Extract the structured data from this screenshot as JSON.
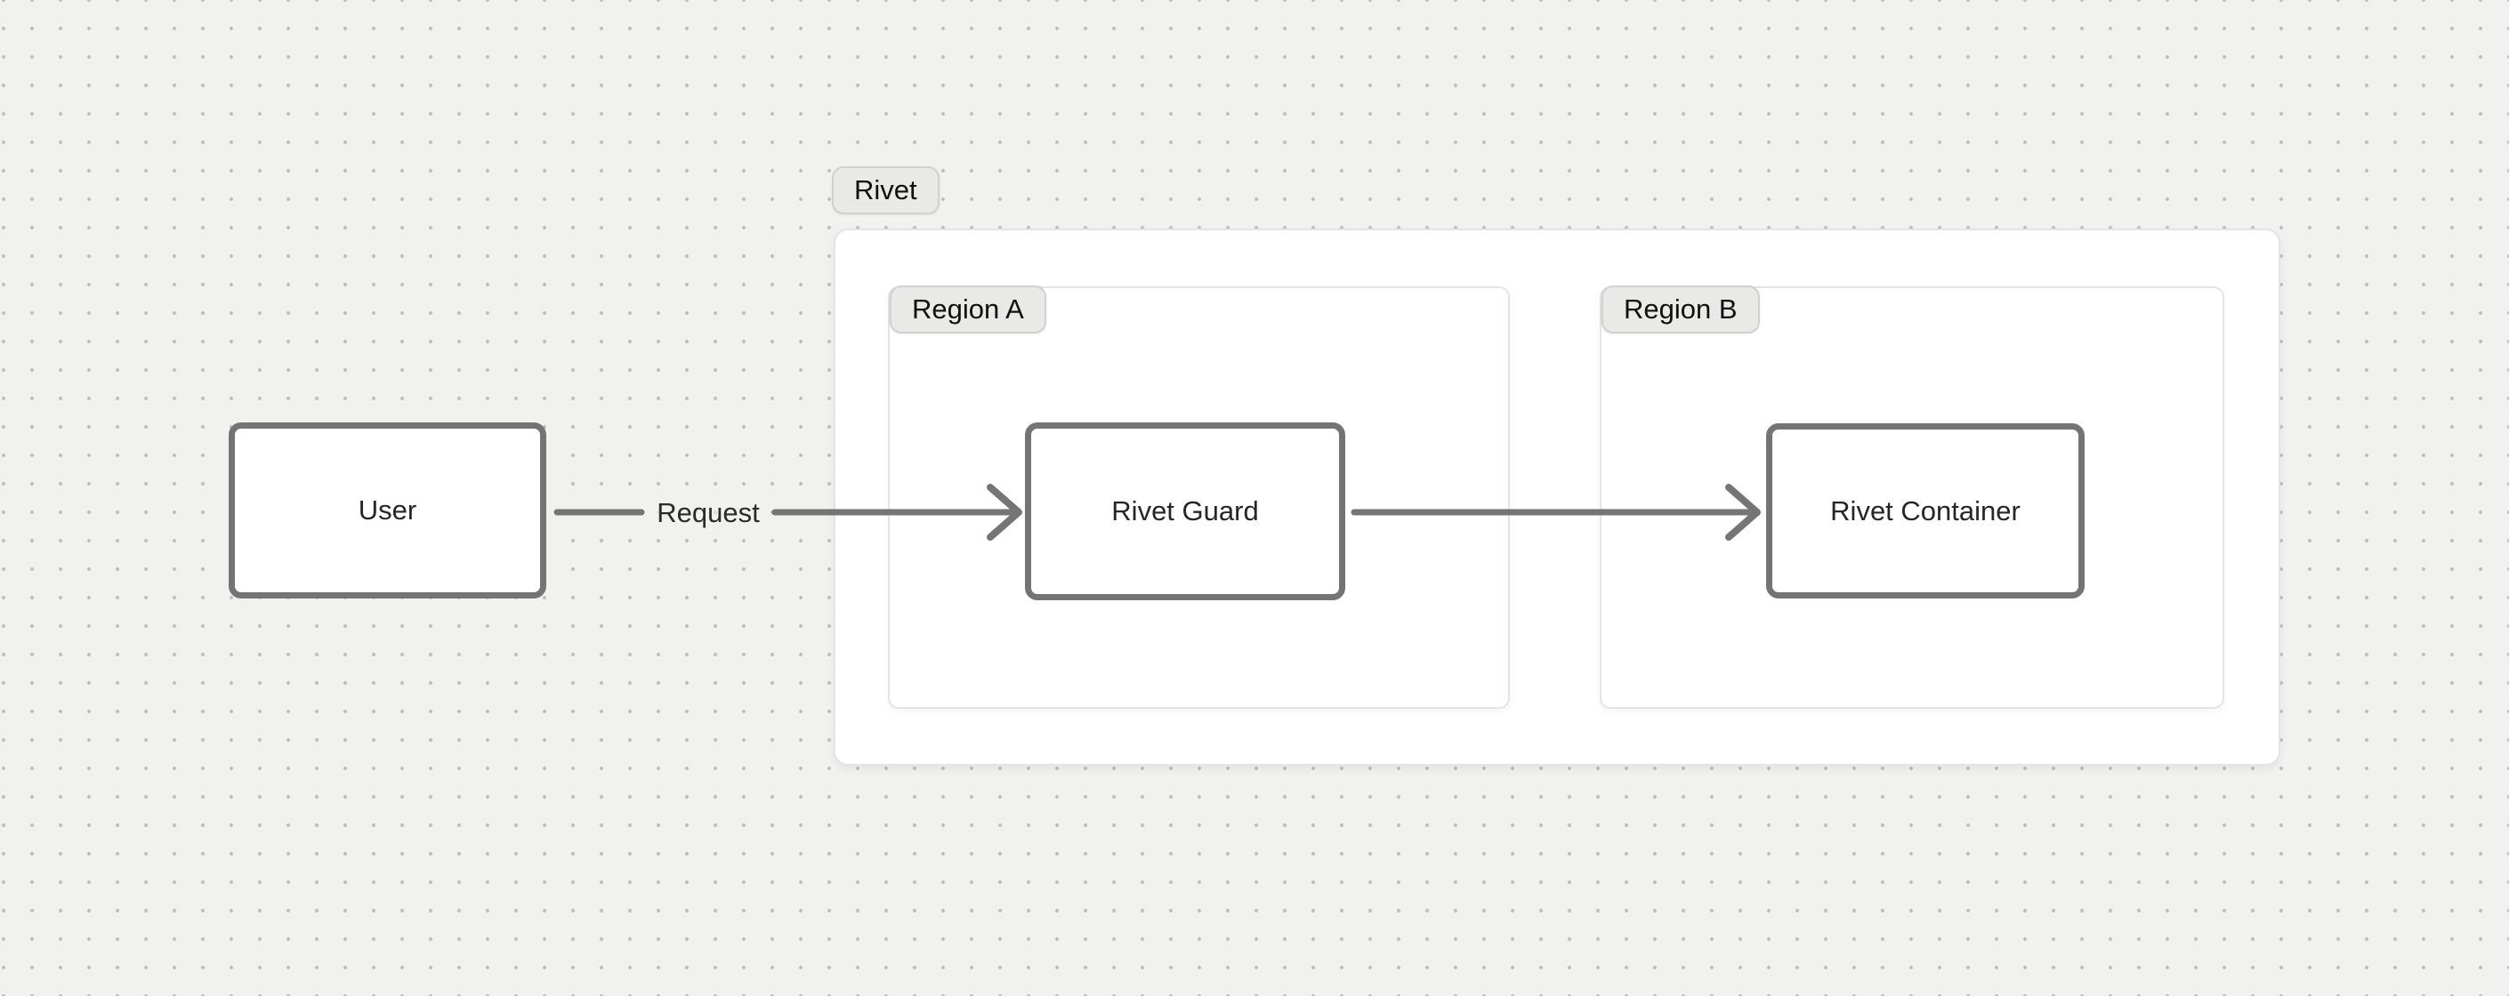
{
  "palette": {
    "canvas_bg": "#f1f1f0",
    "grid_dot": "#bdbdbc",
    "frame_bg": "#ffffff",
    "frame_border": "#e4e4e3",
    "label_pill_bg": "#e9e9e8",
    "label_pill_border": "#d1d1d0",
    "node_border": "#747474",
    "node_text": "#262626",
    "edge_stroke": "#757575"
  },
  "frames": {
    "rivet": {
      "label": "Rivet"
    },
    "region_a": {
      "label": "Region A"
    },
    "region_b": {
      "label": "Region B"
    }
  },
  "nodes": {
    "user": {
      "label": "User"
    },
    "rivet_guard": {
      "label": "Rivet Guard"
    },
    "rivet_container": {
      "label": "Rivet Container"
    }
  },
  "edges": {
    "request": {
      "label": "Request"
    }
  }
}
